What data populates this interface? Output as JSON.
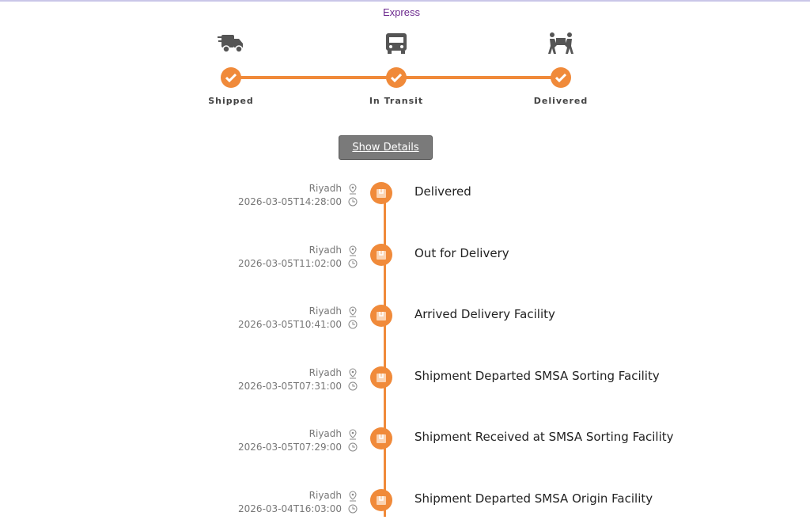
{
  "logo": {
    "text": "Express"
  },
  "stepper": [
    {
      "label": "Shipped",
      "icon": "shipping-truck-icon",
      "done": true
    },
    {
      "label": "In Transit",
      "icon": "bus-icon",
      "done": true
    },
    {
      "label": "Delivered",
      "icon": "people-carry-icon",
      "done": true
    }
  ],
  "show_details_label": "Show Details",
  "events": [
    {
      "location": "Riyadh",
      "datetime": "2026-03-05T14:28:00",
      "title": "Delivered"
    },
    {
      "location": "Riyadh",
      "datetime": "2026-03-05T11:02:00",
      "title": "Out for Delivery"
    },
    {
      "location": "Riyadh",
      "datetime": "2026-03-05T10:41:00",
      "title": "Arrived Delivery Facility"
    },
    {
      "location": "Riyadh",
      "datetime": "2026-03-05T07:31:00",
      "title": "Shipment Departed SMSA Sorting Facility"
    },
    {
      "location": "Riyadh",
      "datetime": "2026-03-05T07:29:00",
      "title": "Shipment Received at SMSA Sorting Facility"
    },
    {
      "location": "Riyadh",
      "datetime": "2026-03-04T16:03:00",
      "title": "Shipment Departed SMSA Origin Facility"
    }
  ],
  "colors": {
    "accent": "#f08a3a",
    "brand": "#6d2a8f"
  }
}
